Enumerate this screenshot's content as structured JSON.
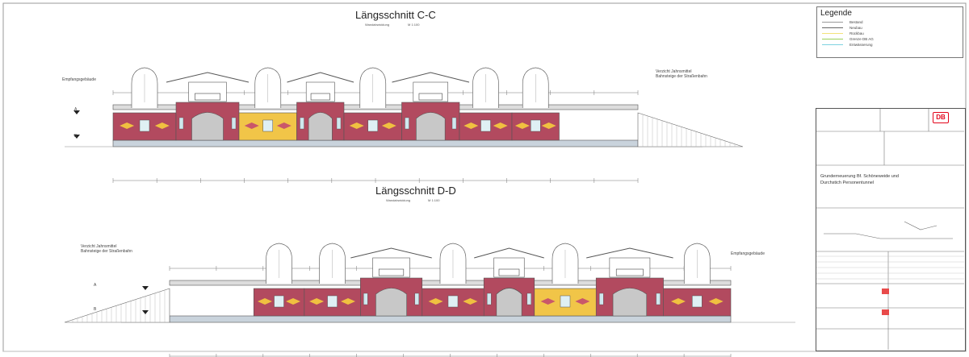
{
  "section_cc": {
    "title": "Längsschnitt C-C",
    "subtitle": "Wandabwicklung",
    "scale": "M 1:100",
    "left_label": "Empfangsgebäude",
    "right_label_1": "Verzicht Jahnsmittel",
    "right_label_2": "Bahnsteige der Straßenbahn"
  },
  "section_dd": {
    "title": "Längsschnitt D-D",
    "subtitle": "Wandabwicklung",
    "scale": "M 1:100",
    "left_label_1": "Verzicht Jahnsmittel",
    "left_label_2": "Bahnsteige der Straßenbahn",
    "right_label": "Empfangsgebäude"
  },
  "legend": {
    "heading": "Legende",
    "items": [
      {
        "label": "Bestand",
        "color": "#9a9a9a"
      },
      {
        "label": "Neubau",
        "color": "#666666"
      },
      {
        "label": "Rückbau",
        "color": "#f3e27a"
      },
      {
        "label": "Grenze DB AG",
        "color": "#9bcf5a"
      },
      {
        "label": "Entwässerung",
        "color": "#7fd3e0"
      }
    ]
  },
  "title_block": {
    "logo": "DB",
    "project_1": "Grunderneuerung Bf. Schöneweide und",
    "project_2": "Durchstich Personentunnel",
    "level_marks": [
      "A",
      "B"
    ]
  },
  "colors": {
    "brick": "#b24a5f",
    "yellow": "#f1c548",
    "slab": "#c9d3dc",
    "line": "#555555"
  }
}
